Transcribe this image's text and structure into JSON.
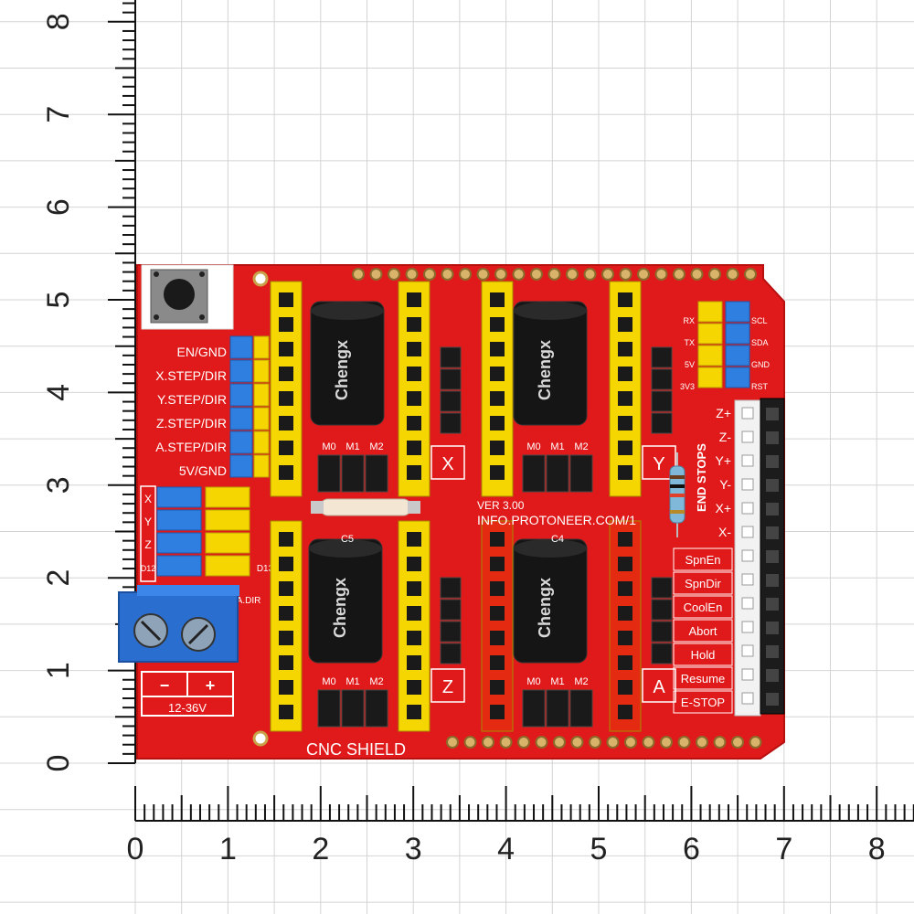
{
  "ruler": {
    "vertical_labels": [
      "0",
      "1",
      "2",
      "3",
      "4",
      "5",
      "6",
      "7",
      "8"
    ],
    "horizontal_labels": [
      "0",
      "1",
      "2",
      "3",
      "4",
      "5",
      "6",
      "7",
      "8"
    ]
  },
  "board": {
    "color": "#e01a1a",
    "reset_label": "RST",
    "left_pins": [
      "EN/GND",
      "X.STEP/DIR",
      "Y.STEP/DIR",
      "Z.STEP/DIR",
      "A.STEP/DIR",
      "5V/GND"
    ],
    "axis_block": [
      "X",
      "Y",
      "Z",
      "D12"
    ],
    "axis_block_right": [
      "D13",
      "A.DIR"
    ],
    "terminal": {
      "minus": "−",
      "plus": "+",
      "voltage": "12-36V"
    },
    "driver_labels": [
      "X",
      "Y",
      "Z",
      "A"
    ],
    "microstep": [
      "M0",
      "M1",
      "M2"
    ],
    "capacitor_caps": [
      "C5",
      "C4"
    ],
    "capacitor_text": "Chengx",
    "version": "VER  3.00",
    "website": "INFO.PROTONEER.COM/1",
    "shield_name": "CNC  SHIELD",
    "serial_pins": [
      "RX",
      "TX",
      "5V",
      "3V3"
    ],
    "i2c_pins": [
      "SCL",
      "SDA",
      "GND",
      "RST"
    ],
    "end_stops_title": "END STOPS",
    "end_stops": [
      "Z+",
      "Z-",
      "Y+",
      "Y-",
      "X+",
      "X-"
    ],
    "control_pins": [
      "SpnEn",
      "SpnDir",
      "CoolEn",
      "Abort",
      "Hold",
      "Resume",
      "E-STOP"
    ]
  },
  "colors": {
    "yellow_header": "#f6d600",
    "red_header": "#e52a12",
    "blue_jumper": "#2f7fe0",
    "white_header": "#f2f2f2",
    "black_header": "#1c1c1c",
    "terminal_blue": "#2a6fd0",
    "capacitor": "#151515"
  }
}
